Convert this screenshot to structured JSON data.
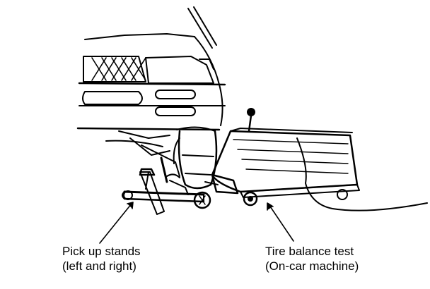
{
  "labels": {
    "pickup": {
      "line1": "Pick up stands",
      "line2": "(left and right)"
    },
    "balance": {
      "line1": "Tire balance test",
      "line2": "(On-car machine)"
    }
  },
  "colors": {
    "ink": "#000000",
    "paper": "#ffffff"
  }
}
